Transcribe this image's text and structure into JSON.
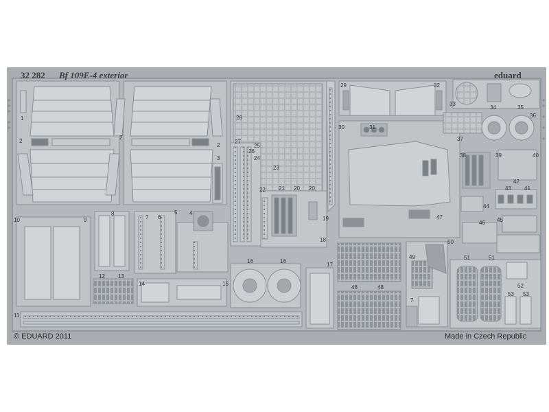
{
  "sheet": {
    "code": "32 282",
    "title": "Bf 109E-4 exterior",
    "brand": "eduard",
    "copyright": "© EDUARD 2011",
    "origin": "Made in Czech Republic"
  },
  "colors": {
    "frame": "#a9adb1",
    "plate": "#b9bdc1",
    "edge": "#8a8f94",
    "dark": "#5c6166",
    "light": "#cfd3d6",
    "text": "#3a3d40"
  },
  "part_numbers": [
    "1",
    "2",
    "2",
    "2",
    "3",
    "4",
    "5",
    "6",
    "7",
    "7",
    "8",
    "9",
    "10",
    "11",
    "12",
    "13",
    "14",
    "15",
    "16",
    "16",
    "17",
    "18",
    "19",
    "20",
    "20",
    "21",
    "22",
    "23",
    "24",
    "25",
    "26",
    "27",
    "28",
    "29",
    "30",
    "31",
    "32",
    "33",
    "34",
    "35",
    "36",
    "37",
    "38",
    "39",
    "40",
    "41",
    "42",
    "43",
    "44",
    "45",
    "46",
    "47",
    "48",
    "48",
    "49",
    "50",
    "51",
    "51",
    "52",
    "53",
    "53"
  ]
}
